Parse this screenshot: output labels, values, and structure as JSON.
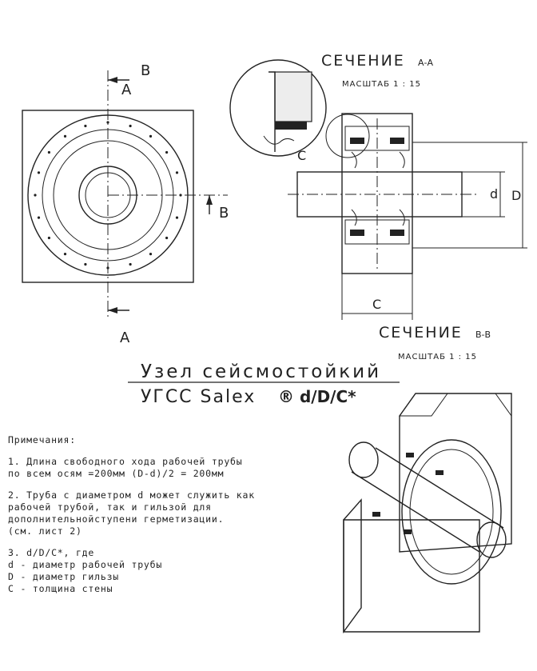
{
  "labels": {
    "section_a": "А",
    "section_b": "В",
    "detail": "С",
    "dim_d": "d",
    "dim_D": "D",
    "dim_C": "C"
  },
  "section_aa": {
    "title": "СЕЧЕНИЕ",
    "suffix": "А-А",
    "scale": "МАСШТАБ  1 : 15"
  },
  "section_bb": {
    "title": "СЕЧЕНИЕ",
    "suffix": "В-В",
    "scale": "МАСШТАБ  1 : 15"
  },
  "product": {
    "line1": "Узел сейсмостойкий",
    "line2_prefix": "УГСС Salex",
    "line2_suffix": "® d/D/C*"
  },
  "notes": {
    "heading": "Примечания:",
    "items": [
      "1. Длина свободного хода рабочей трубы",
      "по всем осям =200мм (D-d)/2 = 200мм",
      "2. Труба с диаметром d может служить как",
      "рабочей трубой, так и гильзой для",
      "дополнительнойступени герметизации.",
      "(см. лист 2)",
      "3. d/D/C*, где",
      "d - диаметр рабочей трубы",
      "D - диаметр гильзы",
      "С - толщина стены"
    ]
  },
  "colors": {
    "line": "#222222",
    "background": "#ffffff",
    "concrete": "#f2f2f2"
  }
}
